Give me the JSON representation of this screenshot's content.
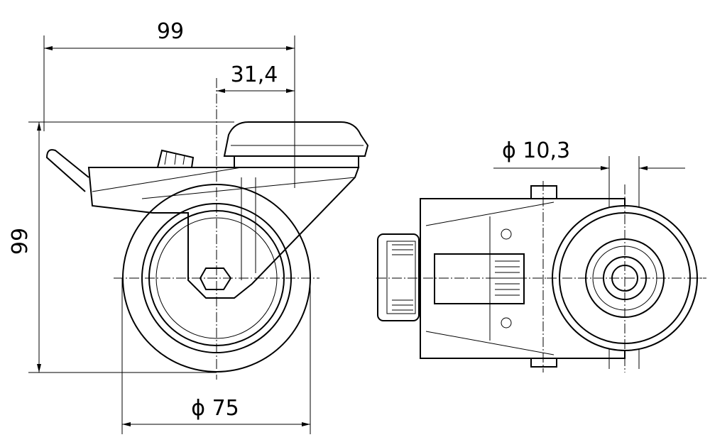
{
  "dimensions": {
    "overall_length": "99",
    "offset": "31,4",
    "overall_height": "99",
    "wheel_diameter": "ϕ 75",
    "bolt_hole_diameter": "ϕ 10,3"
  },
  "colors": {
    "line": "#000000",
    "background": "#ffffff"
  }
}
